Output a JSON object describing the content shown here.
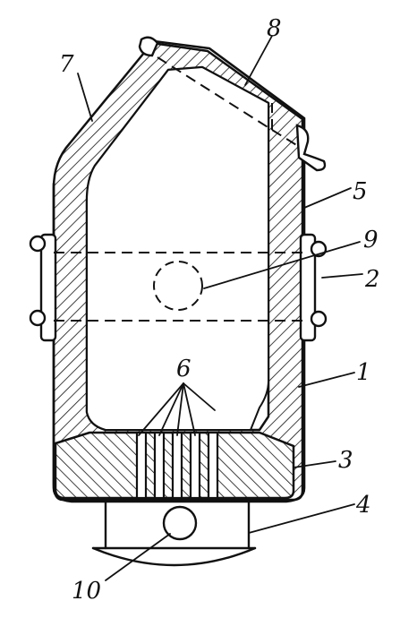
{
  "figure": {
    "labels": {
      "l1": "1",
      "l2": "2",
      "l3": "3",
      "l4": "4",
      "l5": "5",
      "l6": "6",
      "l7": "7",
      "l8": "8",
      "l9": "9",
      "l10": "10"
    },
    "colors": {
      "ink": "#111111",
      "background": "#ffffff"
    }
  }
}
